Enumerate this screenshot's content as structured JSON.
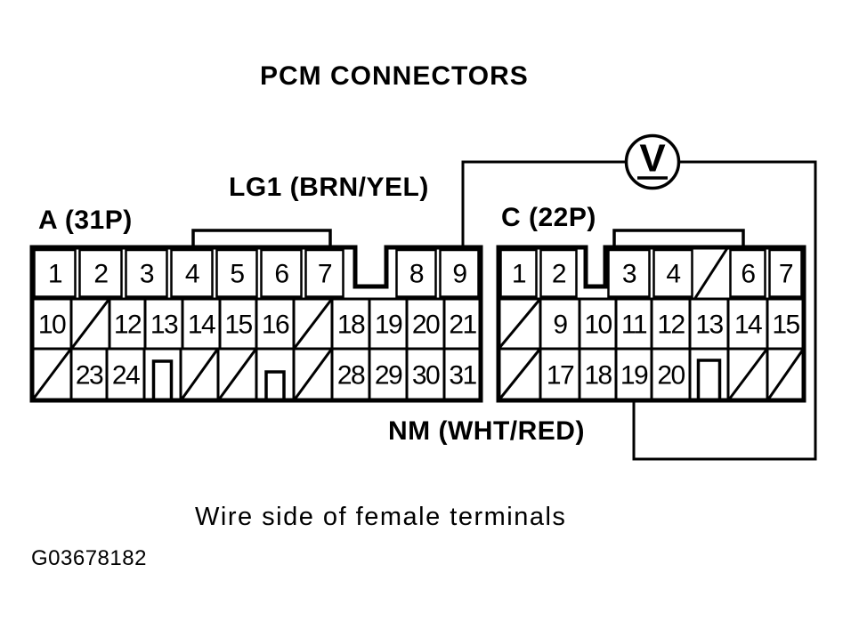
{
  "title": "PCM CONNECTORS",
  "note": "Wire side of female terminals",
  "figure_id": "G03678182",
  "meter": {
    "type": "voltmeter",
    "symbol": "V"
  },
  "wires": {
    "top": {
      "label": "LG1 (BRN/YEL)",
      "connects_to": "A-9"
    },
    "bottom": {
      "label": "NM (WHT/RED)",
      "connects_to": "C-19"
    }
  },
  "colors": {
    "ink": "#000000",
    "paper": "#ffffff"
  },
  "connectors": [
    {
      "id": "A",
      "label": "A (31P)",
      "rows": [
        [
          {
            "t": "pin",
            "n": "1"
          },
          {
            "t": "pin",
            "n": "2"
          },
          {
            "t": "pin",
            "n": "3"
          },
          {
            "t": "pin",
            "n": "4"
          },
          {
            "t": "pin",
            "n": "5"
          },
          {
            "t": "pin",
            "n": "6"
          },
          {
            "t": "pin",
            "n": "7"
          },
          {
            "t": "notch"
          },
          {
            "t": "pin",
            "n": "8"
          },
          {
            "t": "pin",
            "n": "9"
          }
        ],
        [
          {
            "t": "pin",
            "n": "10"
          },
          {
            "t": "nc"
          },
          {
            "t": "pin",
            "n": "12"
          },
          {
            "t": "pin",
            "n": "13"
          },
          {
            "t": "pin",
            "n": "14"
          },
          {
            "t": "pin",
            "n": "15"
          },
          {
            "t": "pin",
            "n": "16"
          },
          {
            "t": "nc"
          },
          {
            "t": "pin",
            "n": "18"
          },
          {
            "t": "pin",
            "n": "19"
          },
          {
            "t": "pin",
            "n": "20"
          },
          {
            "t": "pin",
            "n": "21"
          }
        ],
        [
          {
            "t": "nc"
          },
          {
            "t": "pin",
            "n": "23"
          },
          {
            "t": "pin",
            "n": "24"
          },
          {
            "t": "rib"
          },
          {
            "t": "nc"
          },
          {
            "t": "nc"
          },
          {
            "t": "rib_s"
          },
          {
            "t": "nc"
          },
          {
            "t": "pin",
            "n": "28"
          },
          {
            "t": "pin",
            "n": "29"
          },
          {
            "t": "pin",
            "n": "30"
          },
          {
            "t": "pin",
            "n": "31"
          }
        ]
      ]
    },
    {
      "id": "C",
      "label": "C (22P)",
      "rows": [
        [
          {
            "t": "pin",
            "n": "1"
          },
          {
            "t": "pin",
            "n": "2"
          },
          {
            "t": "notch"
          },
          {
            "t": "pin",
            "n": "3"
          },
          {
            "t": "pin",
            "n": "4"
          },
          {
            "t": "nc"
          },
          {
            "t": "pin",
            "n": "6"
          },
          {
            "t": "pin",
            "n": "7"
          }
        ],
        [
          {
            "t": "nc"
          },
          {
            "t": "pin",
            "n": "9"
          },
          {
            "t": "pin",
            "n": "10"
          },
          {
            "t": "pin",
            "n": "11"
          },
          {
            "t": "pin",
            "n": "12"
          },
          {
            "t": "pin",
            "n": "13"
          },
          {
            "t": "pin",
            "n": "14"
          },
          {
            "t": "pin",
            "n": "15"
          }
        ],
        [
          {
            "t": "nc"
          },
          {
            "t": "pin",
            "n": "17"
          },
          {
            "t": "pin",
            "n": "18"
          },
          {
            "t": "pin",
            "n": "19"
          },
          {
            "t": "pin",
            "n": "20"
          },
          {
            "t": "rib"
          },
          {
            "t": "nc"
          },
          {
            "t": "nc"
          }
        ]
      ]
    }
  ]
}
